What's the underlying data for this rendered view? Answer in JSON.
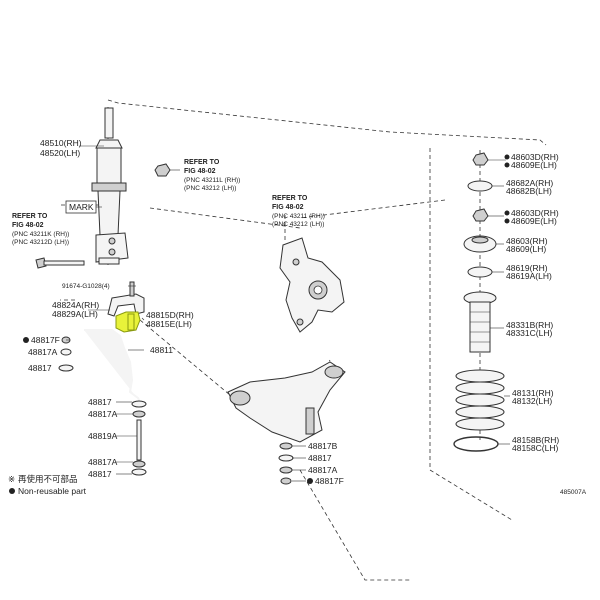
{
  "strut": {
    "rh": "48510(RH)",
    "lh": "48520(LH)",
    "mark": "MARK"
  },
  "refer_left": {
    "line1": "REFER TO",
    "line2": "FIG 48-02",
    "line3": "(PNC  43211K (RH))",
    "line4": "(PNC  43212D (LH))"
  },
  "refer_mid": {
    "line1": "REFER TO",
    "line2": "FIG 48-02",
    "line3": "(PNC  43211L (RH))",
    "line4": "(PNC  43212 (LH))"
  },
  "refer_knuckle": {
    "line1": "REFER TO",
    "line2": "FIG 48-02",
    "line3": "(PNC  43211 (RH))",
    "line4": "(PNC  43212 (LH))"
  },
  "left_parts": {
    "bolt": "91674-G1028(4)",
    "bracket_rh": "48824A(RH)",
    "bracket_lh": "48829A(LH)",
    "bushing_rh": "48815D(RH)",
    "bushing_lh": "48815E(LH)",
    "nut_f": "48817F",
    "stabilizer": "48811",
    "p48817a_1": "48817A",
    "p48817_1": "48817",
    "p48817_2": "48817",
    "p48817a_2": "48817A",
    "link": "48819A",
    "p48817a_3": "48817A",
    "p48817_3": "48817"
  },
  "arm_parts": {
    "p48817b": "48817B",
    "p48817": "48817",
    "p48817a": "48817A",
    "p48817f": "48817F"
  },
  "right_parts": {
    "p48603d_rh": "48603D(RH)",
    "p48609e_lh": "48609E(LH)",
    "p48682a_rh": "48682A(RH)",
    "p48682b_lh": "48682B(LH)",
    "p48603d_rh_2": "48603D(RH)",
    "p48609e_lh_2": "48609E(LH)",
    "p48603_rh": "48603(RH)",
    "p48609_lh": "48609(LH)",
    "p48619_rh": "48619(RH)",
    "p48619a_lh": "48619A(LH)",
    "p48331b_rh": "48331B(RH)",
    "p48331c_lh": "48331C(LH)",
    "p48131_rh": "48131(RH)",
    "p48132_lh": "48132(LH)",
    "p48158b_rh": "48158B(RH)",
    "p48158c_lh": "48158C(LH)"
  },
  "legend": {
    "reuse_note": "再使用不可部品",
    "non_reusable": "Non-reusable part"
  },
  "figure_code": "485007A",
  "highlight_color": "#e8f23a"
}
